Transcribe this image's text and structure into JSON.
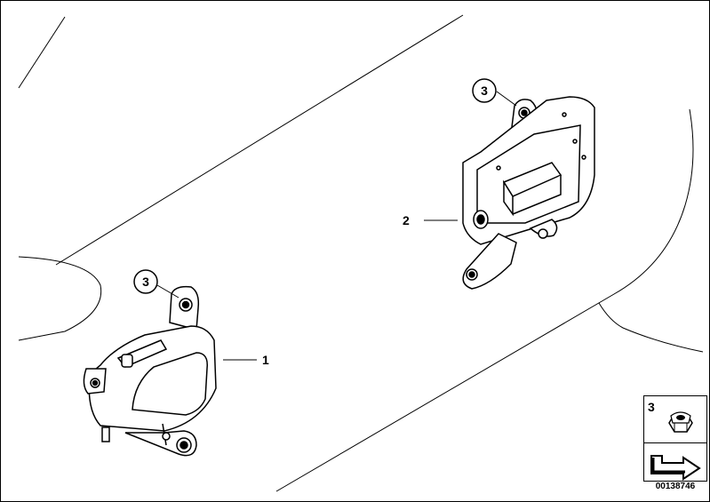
{
  "callouts": {
    "part1": "1",
    "part2": "2",
    "ref3_left": "3",
    "ref3_right": "3"
  },
  "legend": {
    "item_number": "3",
    "item_icon": "hex-nut-icon",
    "nav_icon": "return-arrow-icon"
  },
  "diagram_id": "00138746"
}
